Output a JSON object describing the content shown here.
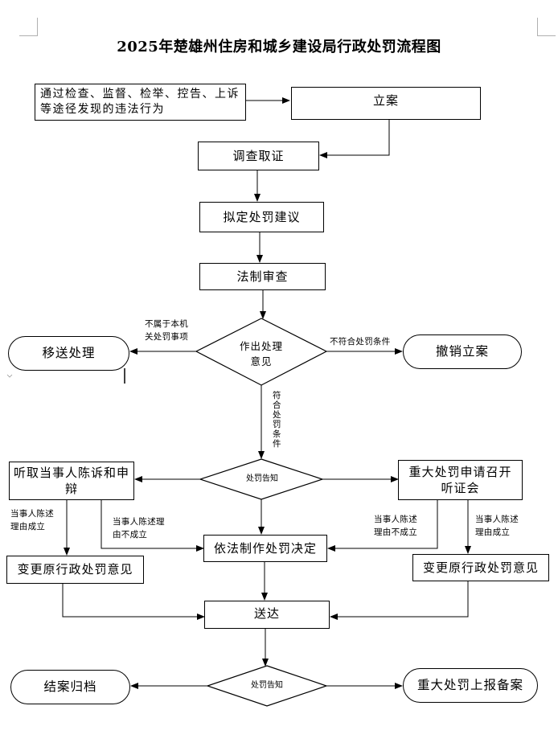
{
  "title": "2025年楚雄州住房和城乡建设局行政处罚流程图",
  "nodes": {
    "source": "通过检查、监督、检举、控告、上诉等途径发现的违法行为",
    "filing": "立案",
    "investigation": "调查取证",
    "proposal": "拟定处罚建议",
    "legal_review": "法制审查",
    "decision_diamond": "作出处理意见",
    "transfer": "移送处理",
    "revoke": "撤销立案",
    "notice_diamond": "处罚告知",
    "hearing_statement": "听取当事人陈诉和申辩",
    "hearing_request": "重大处罚申请召开听证会",
    "change_left": "变更原行政处罚意见",
    "change_right": "变更原行政处罚意见",
    "make_decision": "依法制作处罚决定",
    "deliver": "送达",
    "final_diamond": "处罚告知",
    "close_case": "结案归档",
    "report": "重大处罚上报备案"
  },
  "labels": {
    "not_in_scope": "不属于本机关处罚事项",
    "not_meet": "不符合处罚条件",
    "meet": "符合处罚条件",
    "left_valid": "当事人陈述理由成立",
    "left_invalid": "当事人陈述理由不成立",
    "right_invalid": "当事人陈述理由不成立",
    "right_valid": "当事人陈述理由成立"
  }
}
